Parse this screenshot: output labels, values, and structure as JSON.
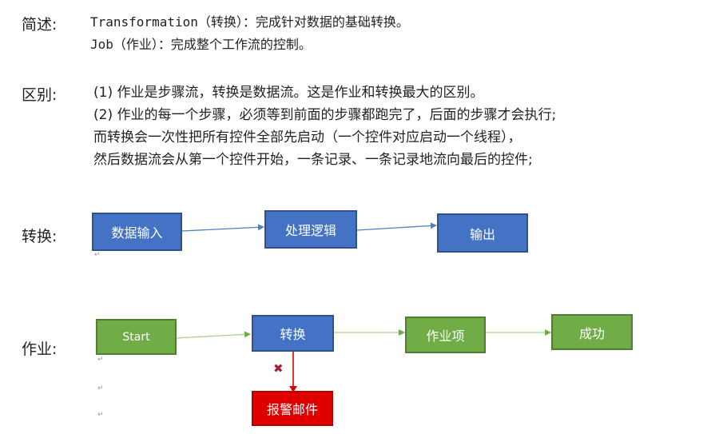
{
  "summary": {
    "label": "简述:",
    "line1": "Transformation（转换）：完成针对数据的基础转换。",
    "line2": "Job（作业）：完成整个工作流的控制。"
  },
  "difference": {
    "label": "区别:",
    "lines": [
      "(1) 作业是步骤流，转换是数据流。这是作业和转换最大的区别。",
      "(2) 作业的每一个步骤，必须等到前面的步骤都跑完了，后面的步骤才会执行;",
      "而转换会一次性把所有控件全部先启动（一个控件对应启动一个线程），",
      "然后数据流会从第一个控件开始，一条记录、一条记录地流向最后的控件;"
    ]
  },
  "transform_flow": {
    "label": "转换:",
    "nodes": [
      "数据输入",
      "处理逻辑",
      "输出"
    ]
  },
  "job_flow": {
    "label": "作业:",
    "nodes": [
      "Start",
      "转换",
      "作业项",
      "成功"
    ],
    "failure_node": "报警邮件"
  },
  "colors": {
    "blue_fill": "#4472c4",
    "green_fill": "#70ad47",
    "red_fill": "#e00000",
    "arrow_blue": "#4f81bd",
    "arrow_green": "#a9d18e",
    "arrow_red": "#e00000",
    "fail_mark": "#a0203a"
  },
  "icons": {
    "failure_mark": "x-mark-icon",
    "return_mark": "paragraph-return-icon"
  }
}
